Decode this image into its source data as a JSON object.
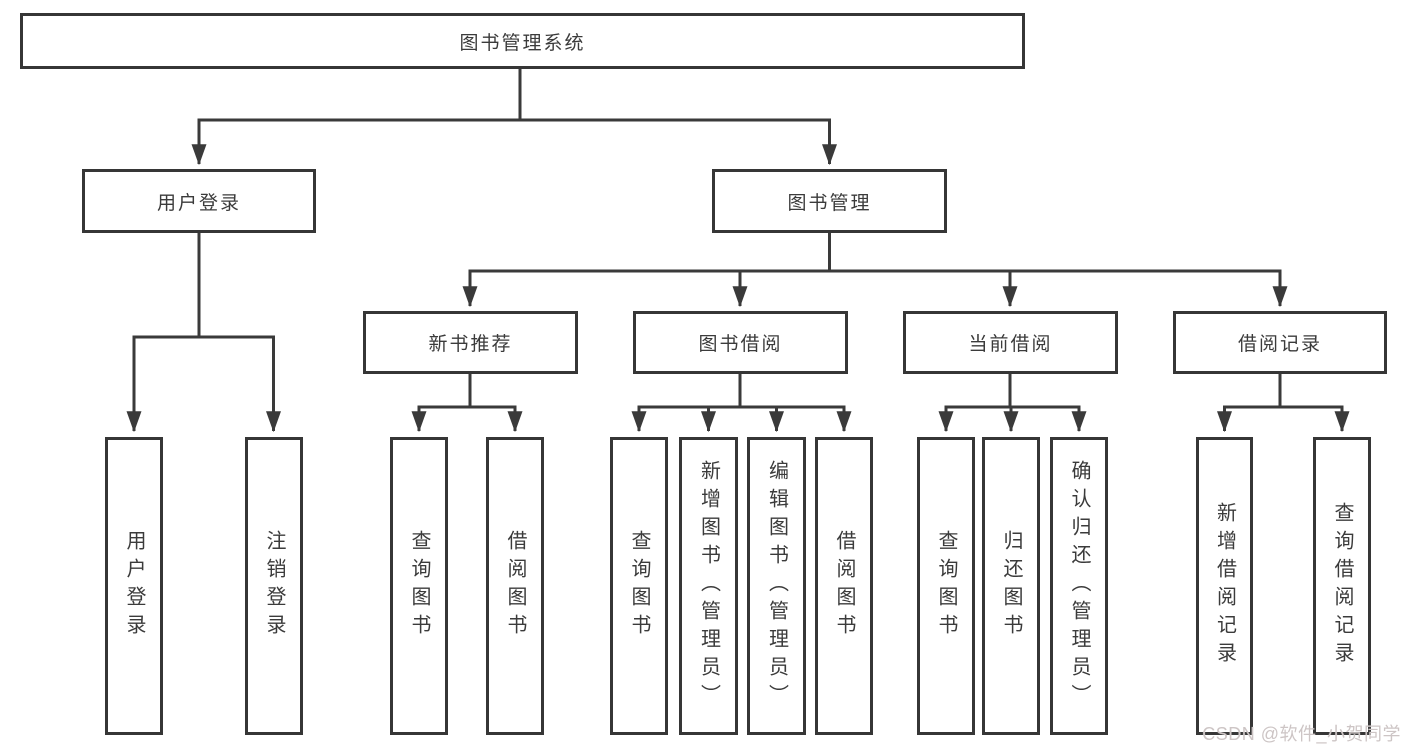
{
  "tree": {
    "root": "图书管理系统",
    "branches": [
      {
        "label": "用户登录",
        "leaves": [
          "用户登录",
          "注销登录"
        ]
      },
      {
        "label": "图书管理",
        "sections": [
          {
            "label": "新书推荐",
            "leaves": [
              "查询图书",
              "借阅图书"
            ]
          },
          {
            "label": "图书借阅",
            "leaves": [
              "查询图书",
              "新增图书（管理员）",
              "编辑图书（管理员）",
              "借阅图书"
            ]
          },
          {
            "label": "当前借阅",
            "leaves": [
              "查询图书",
              "归还图书",
              "确认归还（管理员）"
            ]
          },
          {
            "label": "借阅记录",
            "leaves": [
              "新增借阅记录",
              "查询借阅记录"
            ]
          }
        ]
      }
    ]
  },
  "colors": {
    "line": "#3a3a3a",
    "border": "#363636",
    "text": "#3b3b3b",
    "watermark": "#cdc5c5"
  },
  "watermark": "CSDN @软件_小贺同学"
}
